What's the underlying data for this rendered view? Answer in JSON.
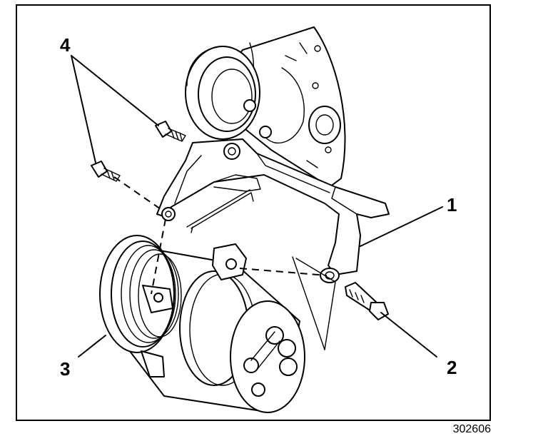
{
  "figure": {
    "id": "302606",
    "callouts": [
      {
        "label": "1"
      },
      {
        "label": "2"
      },
      {
        "label": "3"
      },
      {
        "label": "4"
      }
    ]
  }
}
